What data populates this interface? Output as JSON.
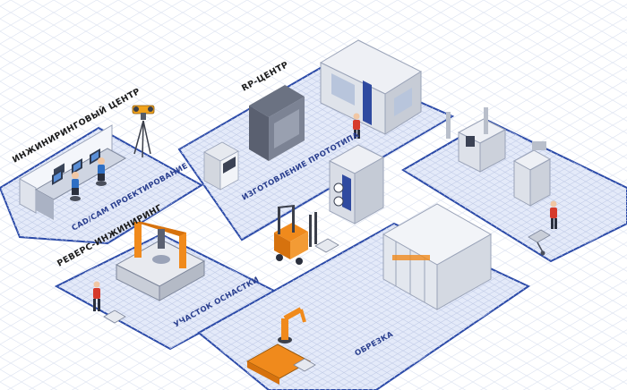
{
  "titles": {
    "engineering_center": "ИНЖИНИРИНГОВЫЙ ЦЕНТР",
    "rp_center": "RP-ЦЕНТР",
    "reverse_engineering": "РЕВЕРС-ИНЖИНИРИНГ"
  },
  "zones": {
    "cad_cam": "CAD/CAM ПРОЕКТИРОВАНИЕ",
    "prototype": "ИЗГОТОВЛЕНИЕ ПРОТОТИПА",
    "tooling": "УЧАСТОК ОСНАСТКИ",
    "trimming": "ОБРЕЗКА"
  },
  "colors": {
    "floor_grid": "#d9e0f0",
    "zone_fill": "#e3e9f8",
    "zone_border": "#2b4aa8",
    "zone_text": "#2a3f8f",
    "accent_orange": "#f08a1c",
    "machine_grey": "#c9ced8",
    "machine_dark": "#4a4f5c",
    "worker_red": "#d63a2b"
  }
}
